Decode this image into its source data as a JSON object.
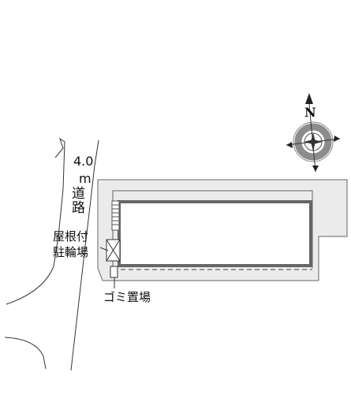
{
  "compass": {
    "north_label": "N",
    "icon": "compass-rose-icon"
  },
  "road": {
    "width_label": "4.0",
    "unit_label": "m",
    "name_label": "道路"
  },
  "labels": {
    "bicycle_parking_line1": "屋根付",
    "bicycle_parking_line2": "駐輪場",
    "garbage_area": "ゴミ置場"
  },
  "colors": {
    "lot_fill": "#ebebeb",
    "building_outline": "#666666",
    "line": "#333333"
  }
}
